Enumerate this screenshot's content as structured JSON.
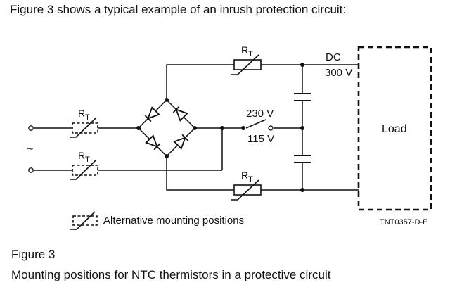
{
  "intro": "Figure 3 shows a typical example of an inrush protection circuit:",
  "diagram": {
    "thermistor_label": "R",
    "thermistor_subscript": "T",
    "dc_label": "DC",
    "voltage_dc": "300 V",
    "switch_high": "230 V",
    "switch_low": "115 V",
    "ac_symbol": "~",
    "load_label": "Load",
    "legend_text": "Alternative mounting positions",
    "figure_code": "TNT0357-D-E"
  },
  "figure_label": "Figure 3",
  "caption": "Mounting positions for NTC thermistors in a protective circuit"
}
